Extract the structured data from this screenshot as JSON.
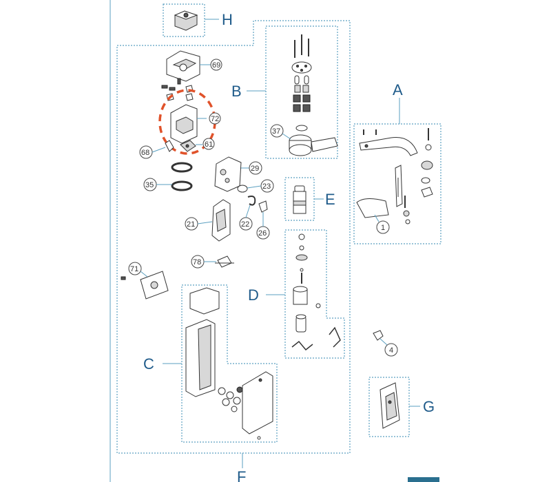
{
  "groups": {
    "A": "A",
    "B": "B",
    "C": "C",
    "D": "D",
    "E": "E",
    "F": "F",
    "G": "G",
    "H": "H"
  },
  "callouts": {
    "p1": "1",
    "p4": "4",
    "p21": "21",
    "p22": "22",
    "p23": "23",
    "p26": "26",
    "p29": "29",
    "p35": "35",
    "p37": "37",
    "p61": "61",
    "p68": "68",
    "p69": "69",
    "p71": "71",
    "p72": "72",
    "p78": "78"
  },
  "colors": {
    "frame": "#5a9fc0",
    "label": "#1f5b8a",
    "highlight": "#e0522a",
    "bottom_bar": "#2a6f8f"
  }
}
